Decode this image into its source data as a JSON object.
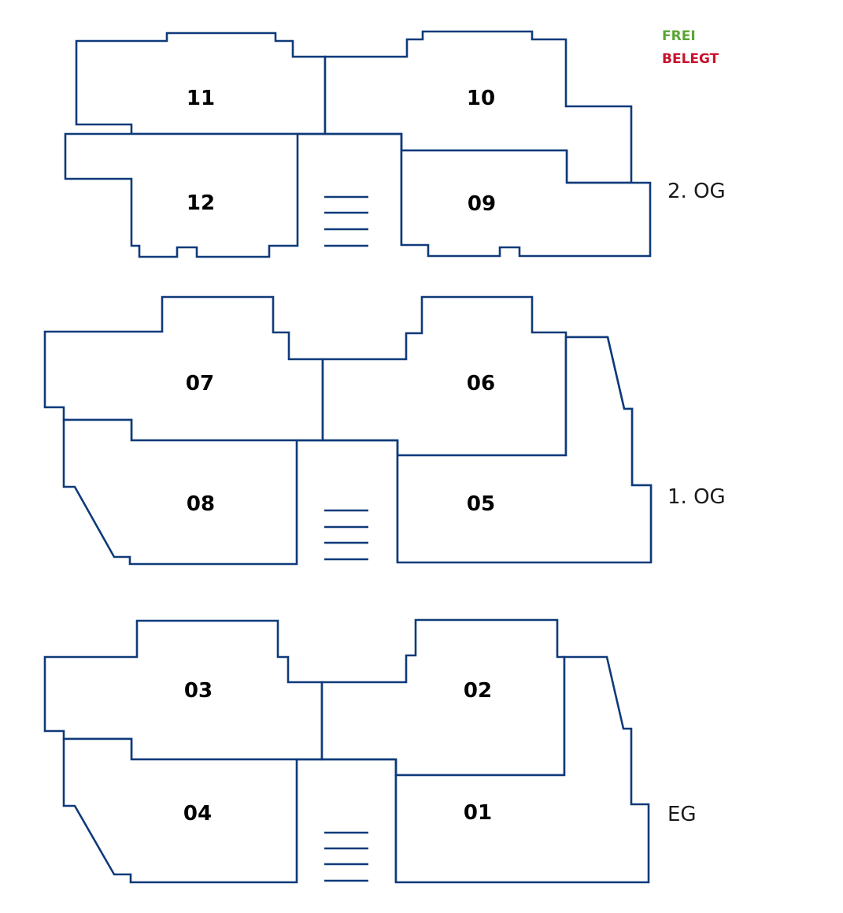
{
  "legend": {
    "free": {
      "label": "FREI",
      "color": "#5aa532"
    },
    "occupied": {
      "label": "BELEGT",
      "color": "#c8102e"
    }
  },
  "colors": {
    "outline": "#0f3a7a"
  },
  "floors": [
    {
      "id": "og2",
      "label": "2. OG",
      "units": [
        "11",
        "10",
        "12",
        "09"
      ]
    },
    {
      "id": "og1",
      "label": "1. OG",
      "units": [
        "07",
        "06",
        "08",
        "05"
      ]
    },
    {
      "id": "eg",
      "label": "EG",
      "units": [
        "03",
        "02",
        "04",
        "01"
      ]
    }
  ]
}
